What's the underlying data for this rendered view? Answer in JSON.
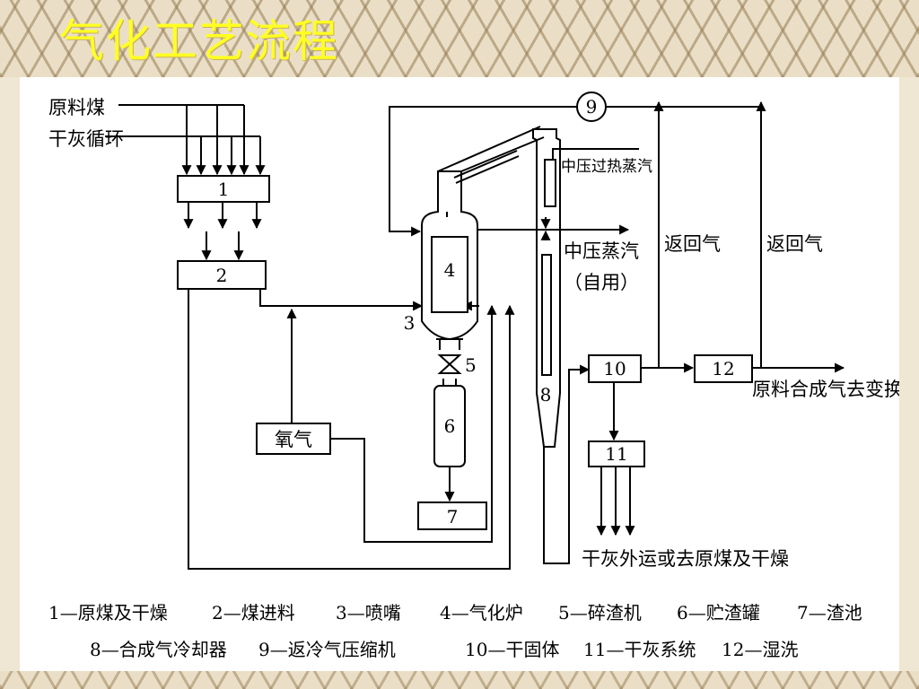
{
  "header": {
    "title": "气化工艺流程"
  },
  "inputs": {
    "coal": "原料煤",
    "dry_ash": "干灰循环"
  },
  "boxes": {
    "b1": "1",
    "b2": "2",
    "b4": "4",
    "b6": "6",
    "b7": "7",
    "b10": "10",
    "b11": "11",
    "b12": "12",
    "oxygen": "氧气"
  },
  "numbers": {
    "n3": "3",
    "n5": "5",
    "n8": "8",
    "n9": "9"
  },
  "streams": {
    "mp_superheated_steam": "中压过热蒸汽",
    "mp_steam": "中压蒸汽",
    "self_use": "（自用）",
    "return_gas_1": "返回气",
    "return_gas_2": "返回气",
    "raw_syngas": "原料合成气去变换",
    "dry_ash_out": "干灰外运或去原煤及干燥"
  },
  "legend": {
    "row1": [
      "1—原煤及干燥",
      "2—煤进料",
      "3—喷嘴",
      "4—气化炉",
      "5—碎渣机",
      "6—贮渣罐",
      "7—渣池"
    ],
    "row2": [
      "8—合成气冷却器",
      "9—返冷气压缩机",
      "10—干固体",
      "11—干灰系统",
      "12—湿洗"
    ]
  },
  "colors": {
    "title": "#ffff22",
    "frame": "#eadfc6",
    "line": "#000000"
  }
}
